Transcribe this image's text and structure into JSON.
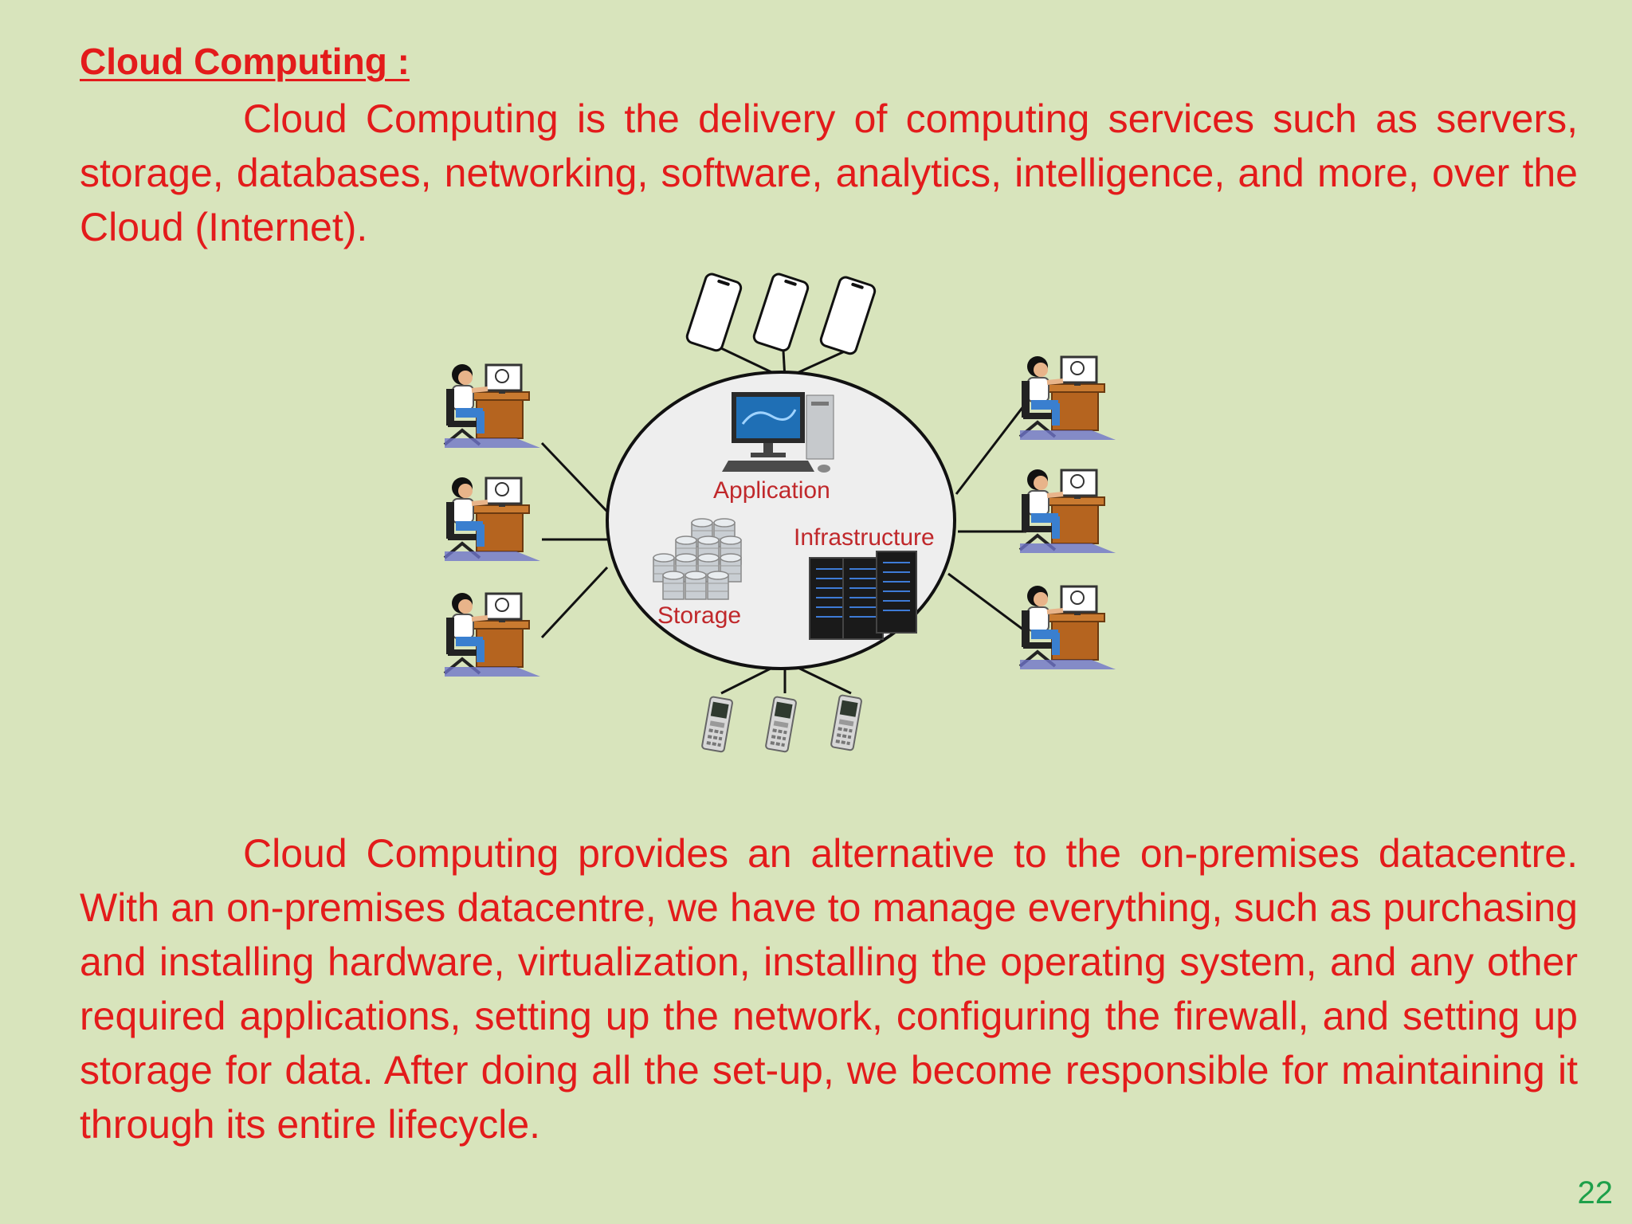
{
  "slide": {
    "heading": "Cloud Computing :",
    "paragraph1": "Cloud Computing is the delivery of computing services such as servers, storage, databases, networking, software, analytics, intelligence, and more, over the Cloud (Internet).",
    "paragraph2": "Cloud Computing provides an alternative to the on-premises datacentre. With an on-premises datacentre, we have to manage everything, such as purchasing and installing hardware, virtualization, installing the operating system, and any other required applications, setting up the network, configuring the firewall, and setting up storage for data. After doing all the set-up, we become responsible for maintaining it through its entire lifecycle.",
    "page_number": "22"
  },
  "diagram": {
    "labels": {
      "application": "Application",
      "infrastructure": "Infrastructure",
      "storage": "Storage"
    },
    "icons": [
      "smartphone-icon",
      "user-at-computer-icon",
      "desktop-computer-icon",
      "database-stack-icon",
      "server-rack-icon",
      "mobile-phone-icon"
    ]
  },
  "colors": {
    "background": "#d8e4bc",
    "text": "#e31b1b",
    "page_number": "#1ea04a",
    "cloud_fill": "#eeeeee"
  }
}
